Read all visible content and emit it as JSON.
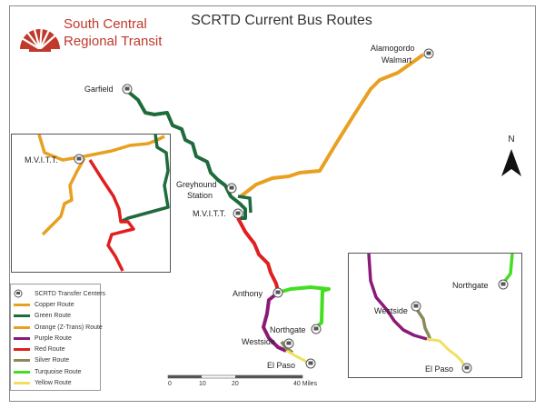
{
  "title": "SCRTD Current Bus Routes",
  "logo": {
    "line1": "South Central",
    "line2": "Regional Transit"
  },
  "north_label": "N",
  "places": {
    "alamogordo": "Alamogordo",
    "walmart": "Walmart",
    "garfield": "Garfield",
    "greyhound": "Greyhound",
    "station": "Station",
    "mvitt": "M.V.I.T.T.",
    "anthony": "Anthony",
    "northgate": "Northgate",
    "westside": "Westside",
    "elpaso": "El Paso"
  },
  "inset1": {
    "mvitt": "M.V.I.T.T."
  },
  "inset2": {
    "northgate": "Northgate",
    "westside": "Westside",
    "elpaso": "El Paso"
  },
  "legend": {
    "transfer": "SCRTD Transfer Centers",
    "items": [
      {
        "label": "Copper  Route",
        "color": "#e8a020"
      },
      {
        "label": "Green Route",
        "color": "#1e6b3c"
      },
      {
        "label": "Orange (Z-Trans) Route",
        "color": "#e8a020"
      },
      {
        "label": "Purple Route",
        "color": "#8a1a7a"
      },
      {
        "label": "Red Route",
        "color": "#e02020"
      },
      {
        "label": "Silver Route",
        "color": "#8a8a5a"
      },
      {
        "label": "Turquoise Route",
        "color": "#44dd22"
      },
      {
        "label": "Yellow Route",
        "color": "#f0e060"
      }
    ]
  },
  "scale": {
    "t0": "0",
    "t1": "10",
    "t2": "20",
    "t3": "40 Miles"
  },
  "colors": {
    "copper": "#e8a020",
    "green": "#1e6b3c",
    "red": "#e02020",
    "purple": "#8a1a7a",
    "silver": "#8a8a5a",
    "turquoise": "#44dd22",
    "yellow": "#f0e060",
    "logo": "#c0392b"
  }
}
